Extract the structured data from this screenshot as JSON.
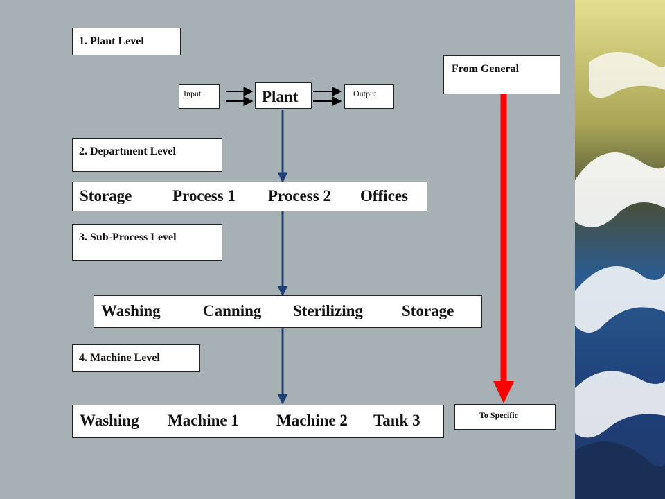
{
  "levels": {
    "plant": "1. Plant Level",
    "department": "2. Department  Level",
    "subprocess": "3. Sub-Process  Level",
    "machine": "4. Machine Level"
  },
  "plant": {
    "input": "Input",
    "center": "Plant",
    "output": "Output"
  },
  "department_row": [
    "Storage",
    "Process 1",
    "Process 2",
    "Offices"
  ],
  "subprocess_row": [
    "Washing",
    "Canning",
    "Sterilizing",
    "Storage"
  ],
  "machine_row": [
    "Washing",
    "Machine 1",
    "Machine 2",
    "Tank 3"
  ],
  "scale": {
    "from": "From General",
    "to": "To Specific"
  },
  "colors": {
    "background": "#a6b0b5",
    "flow_arrow": "#1f3f73",
    "scale_arrow": "#ff0000"
  }
}
